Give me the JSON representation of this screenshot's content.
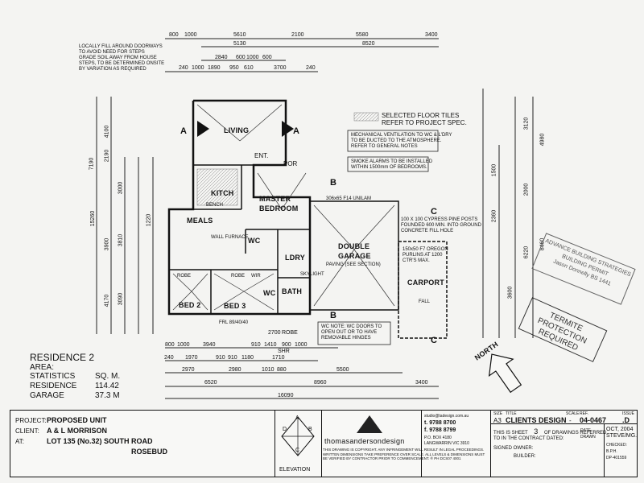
{
  "notes": {
    "fill_doorways": [
      "LOCALLY FILL AROUND DOORWAYS",
      "TO AVOID NEED FOR STEPS",
      "GRADE SOIL AWAY FROM HOUSE",
      "STEPS, TO BE DETERMINED ONSITE",
      "BY VARIATION AS REQUIRED"
    ],
    "floor_tiles": [
      "SELECTED FLOOR TILES",
      "REFER TO PROJECT SPEC."
    ],
    "ventilation": [
      "MECHANICAL VENTILATION TO WC & L'DRY",
      "TO BE DUCTED TO THE ATMOSPHERE.",
      "REFER TO GENERAL NOTES"
    ],
    "smoke": [
      "SMOKE ALARMS TO BE INSTALLED",
      "WITHIN 1500mm OF BEDROOMS."
    ],
    "wc_doors": [
      "WC NOTE: WC DOORS TO",
      "OPEN OUT OR TO HAVE",
      "REMOVABLE HINGES"
    ],
    "posts": [
      "100 X 100 CYPRESS PINE POSTS",
      "FOUNDED 600 MIN. INTO GROUND",
      "CONCRETE FILL HOLE"
    ],
    "purlins": [
      "150x50 F7 OREGON",
      "PURLINS AT 1200",
      "CTR'S MAX."
    ]
  },
  "rooms": {
    "living": "LIVING",
    "ent": "ENT.",
    "por": "POR",
    "kitch": "KITCH",
    "meals": "MEALS",
    "master": "MASTER",
    "bedroom": "BEDROOM",
    "wc": "WC",
    "ldry": "LDRY",
    "double": "DOUBLE",
    "garage": "GARAGE",
    "carport": "CARPORT",
    "bath": "BATH",
    "bed2": "BED 2",
    "bed3": "BED 3",
    "robe": "ROBE",
    "wir": "WIR"
  },
  "labels": {
    "unilam": "306x65 F14 UNILAM",
    "skylight": "SKYLIGHT",
    "paving": "PAVING (SEE SECTION)",
    "bench": "BENCH",
    "wall_furnace": "WALL FURNACE",
    "fall": "FALL",
    "frl": "FRL 89/40/40",
    "robe_bottom": "ROBE",
    "shr": "SHR",
    "section_a": "A",
    "section_b": "B",
    "section_c": "C"
  },
  "dims_top_row1": [
    "800",
    "1000",
    "5610",
    "2100",
    "5580",
    "3400"
  ],
  "dims_top_row2": [
    "5130",
    "8520"
  ],
  "dims_top_row3": [
    "2840",
    "600",
    "1000",
    "600"
  ],
  "dims_top_row4": [
    "240",
    "1000",
    "1890",
    "950",
    "610",
    "3700",
    "240"
  ],
  "dims_bottom_row1": [
    "2700",
    "ROBE"
  ],
  "dims_bottom_row2": [
    "800",
    "1000",
    "3940",
    "910",
    "1410",
    "900",
    "1000"
  ],
  "dims_bottom_row3": [
    "240",
    "1970",
    "910",
    "910",
    "1180",
    "1710"
  ],
  "dims_bottom_row4": [
    "2970",
    "2980",
    "1010",
    "880",
    "5500"
  ],
  "dims_bottom_row5": [
    "6520",
    "8960",
    "3400"
  ],
  "dims_bottom_row6": [
    "16090"
  ],
  "dims_left": [
    "7190",
    "2190",
    "15260",
    "3900",
    "3810",
    "3000",
    "4170",
    "3090",
    "4100",
    "1220"
  ],
  "dims_right": [
    "3120",
    "4980",
    "2000",
    "8460",
    "1500",
    "6220",
    "2360",
    "3600"
  ],
  "stamps": {
    "permit": [
      "ADVANCE BUILDING STRATEGIES",
      "BUILDING PERMIT",
      "Jason Donnelly BS 1441"
    ],
    "termite": [
      "TERMITE PROTECTION",
      "REQUIRED"
    ],
    "north": "NORTH"
  },
  "residence": {
    "title": "RESIDENCE 2",
    "area_label": "AREA:",
    "statistics": "STATISTICS",
    "unit": "SQ. M.",
    "residence_label": "RESIDENCE",
    "residence_value": "114.42",
    "garage_label": "GARAGE",
    "garage_value": "37.3 M"
  },
  "title_block": {
    "project_label": "PROJECT:",
    "project": "PROPOSED UNIT",
    "client_label": "CLIENT:",
    "client": "A & L MORRISON",
    "at_label": "AT:",
    "at": "LOT 135 (No.32) SOUTH ROAD",
    "at2": "ROSEBUD",
    "elevation": "ELEVATION",
    "compass": [
      "A",
      "B",
      "C",
      "D"
    ],
    "firm": "thomasandersondesign",
    "firm_contact": [
      "studio@tadesign.com.au",
      "t. 9788 8700",
      "f. 9788 8799",
      "P.O. BOX 4180",
      "LANGWARRIN VIC 3910"
    ],
    "disclaimer": "THIS DRAWING IS COPYRIGHT. ANY INFRINGEMENT WILL RESULT IN LEGAL PROCEEDINGS. WRITTEN DIMENSIONS TAKE PREFERENCE OVER SCALE. ALL LEVELS & DIMENSIONS MUST BE VERIFIED BY CONTRACTOR PRIOR TO COMMENCEMENT. ® PH DCS07 4001",
    "size_label": "SIZE",
    "size": "A3",
    "title_label": "TITLE",
    "title": "CLIENTS DESIGN",
    "scale_label": "SCALE",
    "scale": "-",
    "ref_label": "REF.",
    "ref": "04-0467",
    "issue_label": "ISSUE",
    "issue": ".D",
    "sheet_text": "THIS IS SHEET",
    "sheet_num": "3",
    "sheet_text2": "OF DRAWINGS REFERRED",
    "contract": "TO IN THE CONTRACT DATED:",
    "signed": "SIGNED OWNER:",
    "builder": "BUILDER:",
    "date_label": "DATE",
    "date": "OCT, 2004",
    "drawn_label": "DRAWN",
    "drawn": "STEVE/MG.",
    "checked": "CHECKED:",
    "bph": "B.P.H.",
    "dp": "DP-401559"
  }
}
